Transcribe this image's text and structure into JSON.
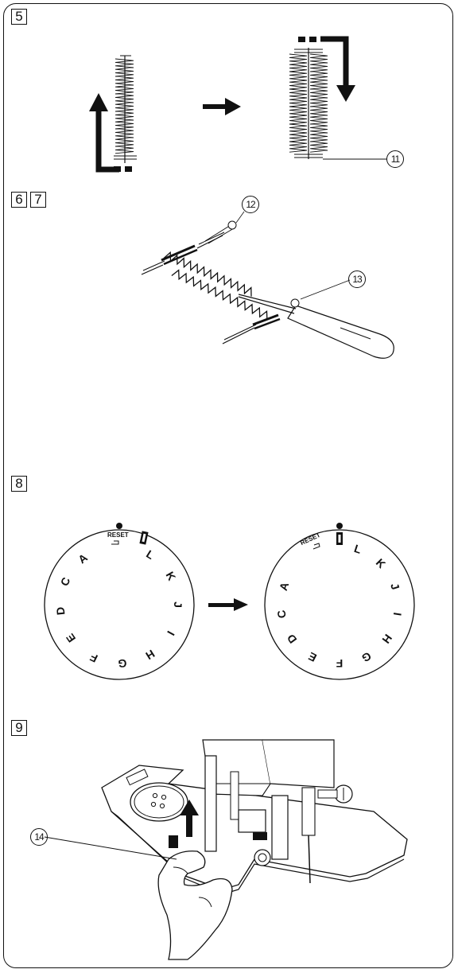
{
  "steps": {
    "s5": "5",
    "s6": "6",
    "s7": "7",
    "s8": "8",
    "s9": "9"
  },
  "callouts": {
    "c11": "11",
    "c12": "12",
    "c13": "13",
    "c14": "14"
  },
  "dial": {
    "reset_label": "RESET",
    "letters": [
      "A",
      "C",
      "D",
      "E",
      "F",
      "G",
      "H",
      "I",
      "J",
      "K",
      "L"
    ]
  },
  "colors": {
    "ink": "#111111",
    "paper": "#ffffff"
  }
}
